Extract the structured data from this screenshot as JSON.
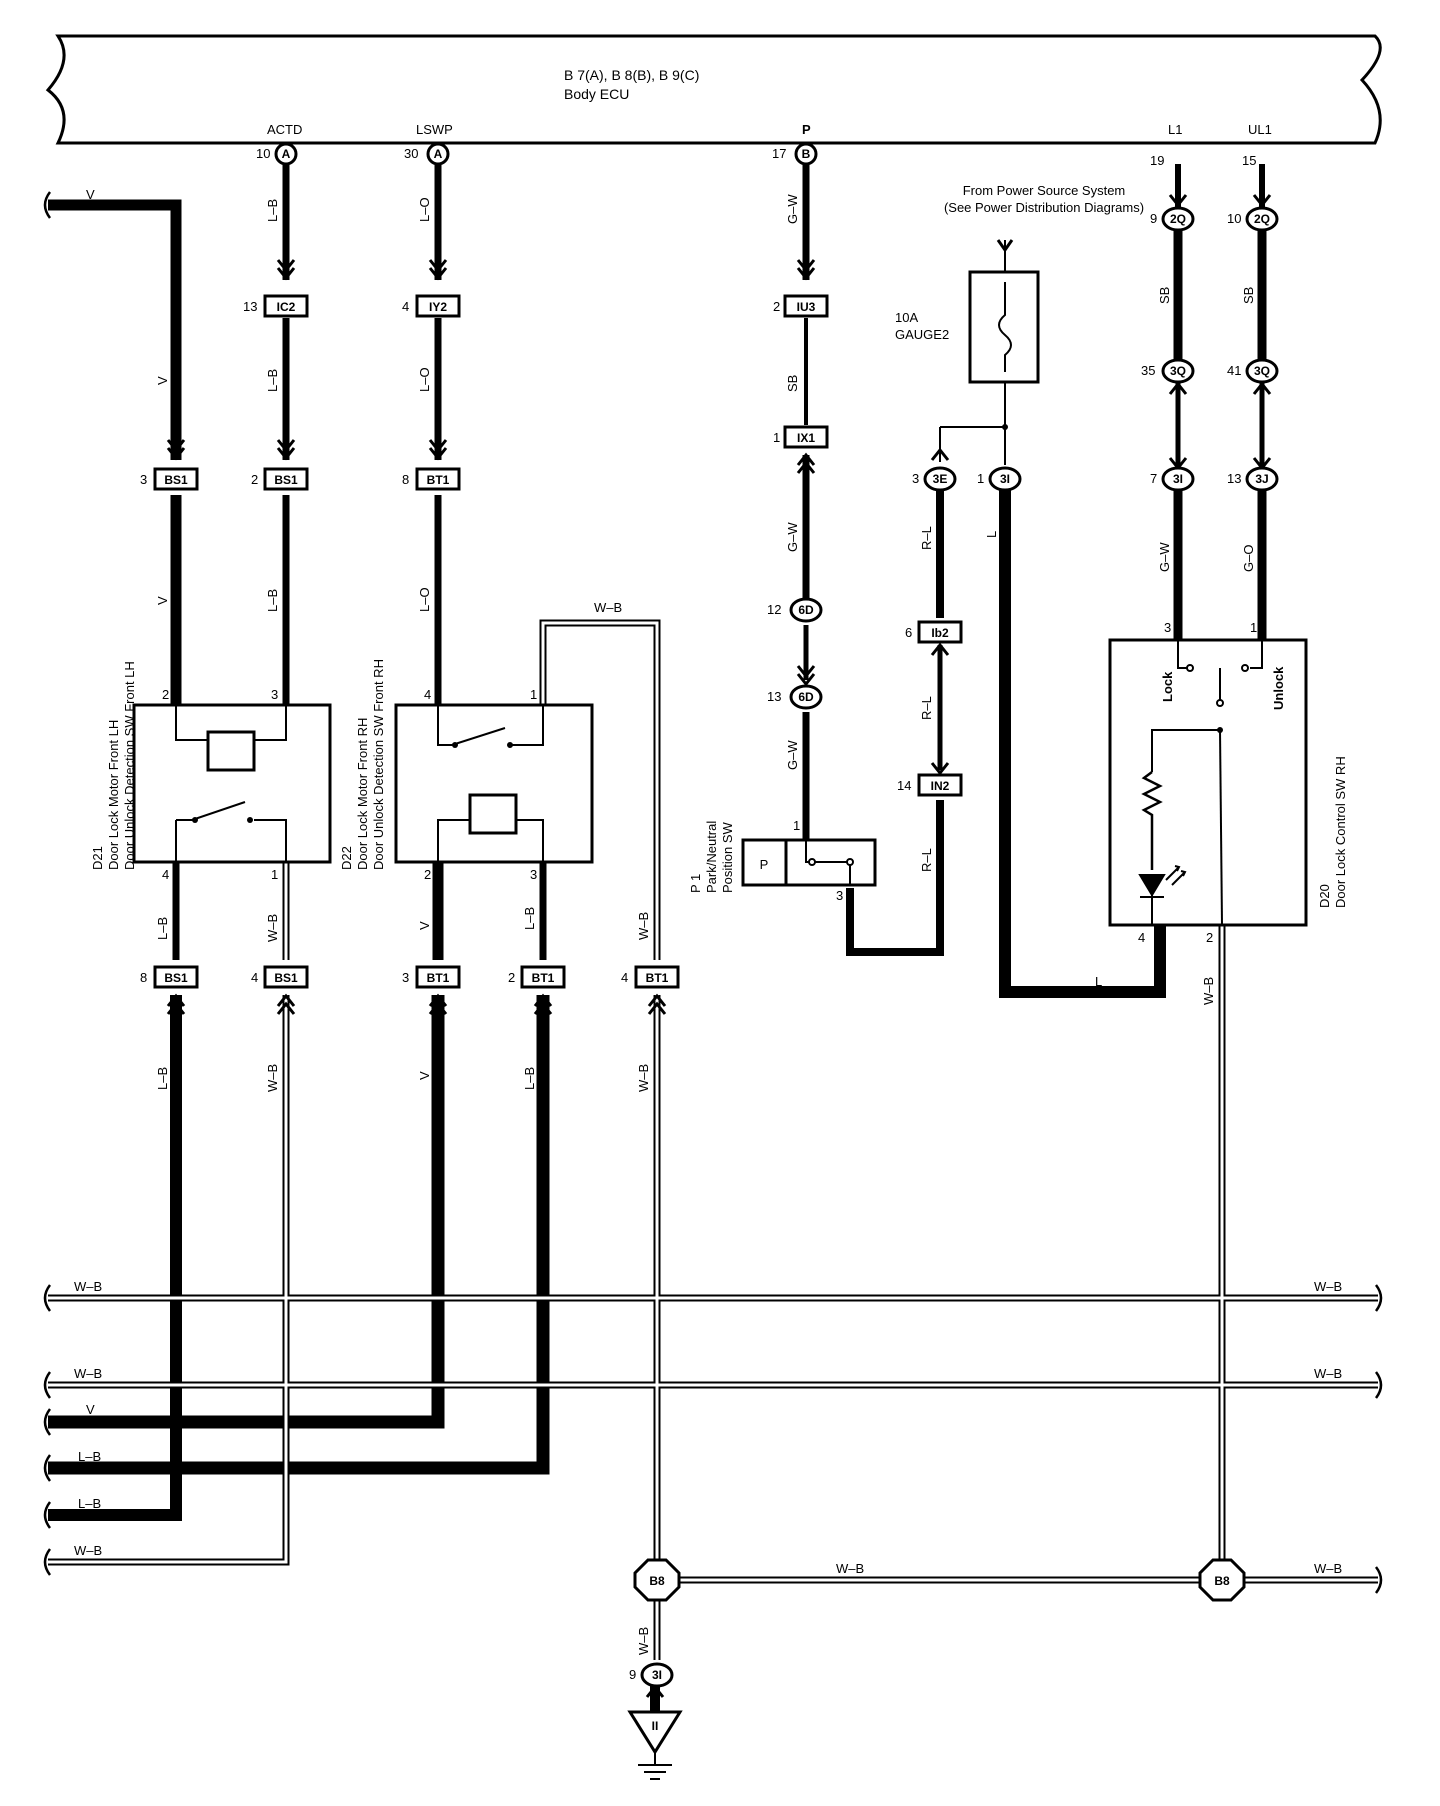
{
  "ecu": {
    "line1": "B 7(A), B 8(B), B 9(C)",
    "line2": "Body ECU",
    "terminals": [
      {
        "id": "actd",
        "name": "ACTD",
        "pin": "10",
        "conn": "A"
      },
      {
        "id": "lswp",
        "name": "LSWP",
        "pin": "30",
        "conn": "A"
      },
      {
        "id": "p",
        "name": "P",
        "pin": "17",
        "conn": "B"
      },
      {
        "id": "l1",
        "name": "L1",
        "pin": "19",
        "conn": ""
      },
      {
        "id": "ul1",
        "name": "UL1",
        "pin": "15",
        "conn": ""
      }
    ]
  },
  "power_source": {
    "line1": "From Power Source System",
    "line2": "(See Power Distribution Diagrams)",
    "fuse_amps": "10A",
    "fuse_name": "GAUGE2"
  },
  "components": {
    "d21": {
      "code": "D21",
      "line1": "Door Lock Motor Front LH",
      "line2": "Door Unlock Detection SW Front LH"
    },
    "d22": {
      "code": "D22",
      "line1": "Door Lock Motor Front RH",
      "line2": "Door Unlock Detection SW Front RH"
    },
    "p1": {
      "code": "P 1",
      "line1": "Park/Neutral",
      "line2": "Position SW",
      "inner": "P"
    },
    "d20": {
      "code": "D20",
      "line1": "Door Lock Control SW RH",
      "lock": "Lock",
      "unlock": "Unlock"
    }
  },
  "connectors": [
    {
      "pin": "13",
      "id": "IC2"
    },
    {
      "pin": "4",
      "id": "IY2"
    },
    {
      "pin": "2",
      "id": "IU3"
    },
    {
      "pin": "1",
      "id": "IX1"
    },
    {
      "pin": "3",
      "id": "BS1"
    },
    {
      "pin": "2",
      "id": "BS1"
    },
    {
      "pin": "8",
      "id": "BT1"
    },
    {
      "pin": "6",
      "id": "Ib2"
    },
    {
      "pin": "14",
      "id": "IN2"
    },
    {
      "pin": "8",
      "id": "BS1"
    },
    {
      "pin": "4",
      "id": "BS1"
    },
    {
      "pin": "3",
      "id": "BT1"
    },
    {
      "pin": "2",
      "id": "BT1"
    },
    {
      "pin": "4",
      "id": "BT1"
    }
  ],
  "splices": [
    {
      "pin": "9",
      "id": "2Q"
    },
    {
      "pin": "10",
      "id": "2Q"
    },
    {
      "pin": "35",
      "id": "3Q"
    },
    {
      "pin": "41",
      "id": "3Q"
    },
    {
      "pin": "3",
      "id": "3E"
    },
    {
      "pin": "1",
      "id": "3I"
    },
    {
      "pin": "7",
      "id": "3I"
    },
    {
      "pin": "13",
      "id": "3J"
    },
    {
      "pin": "12",
      "id": "6D"
    },
    {
      "pin": "13",
      "id": "6D"
    },
    {
      "pin": "9",
      "id": "3I"
    }
  ],
  "ground_points": [
    {
      "id": "B8"
    },
    {
      "id": "B8"
    }
  ],
  "ground_symbol": "II",
  "wire_colors": {
    "v": "V",
    "lb": "L–B",
    "lo": "L–O",
    "gw": "G–W",
    "sb": "SB",
    "rl": "R–L",
    "l": "L",
    "go": "G–O",
    "wb": "W–B"
  },
  "pins": {
    "d21_2": "2",
    "d21_3": "3",
    "d21_4": "4",
    "d21_1": "1",
    "d22_4": "4",
    "d22_1": "1",
    "d22_2": "2",
    "d22_3": "3",
    "p1_1": "1",
    "p1_3": "3",
    "d20_3": "3",
    "d20_1": "1",
    "d20_4": "4",
    "d20_2": "2"
  }
}
